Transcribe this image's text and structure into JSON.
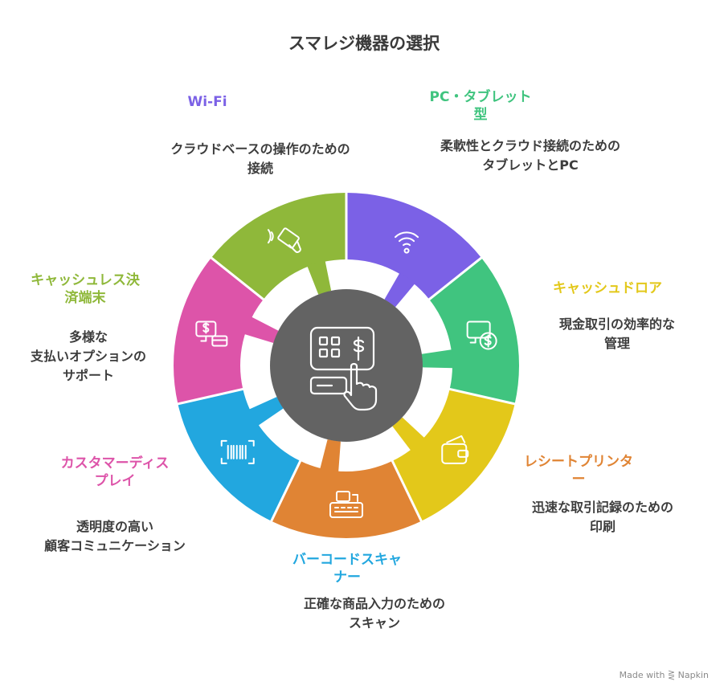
{
  "title": "スマレジ機器の選択",
  "center": {
    "icon": "pos-terminal-touch-icon",
    "color": "#636363"
  },
  "segments": [
    {
      "key": "wifi",
      "label": [
        "Wi-Fi"
      ],
      "desc": [
        "クラウドベースの操作のための",
        "接続"
      ],
      "color": "#7b61e6",
      "icon": "wifi-icon"
    },
    {
      "key": "pc-tablet",
      "label": [
        "PC・タブレット",
        "型"
      ],
      "desc": [
        "柔軟性とクラウド接続のための",
        "タブレットとPC"
      ],
      "color": "#40c47f",
      "icon": "monitor-dollar-icon"
    },
    {
      "key": "cash-drawer",
      "label": [
        "キャッシュドロア"
      ],
      "desc": [
        "現金取引の効率的な",
        "管理"
      ],
      "color": "#e3c81a",
      "icon": "wallet-icon"
    },
    {
      "key": "receipt-printer",
      "label": [
        "レシートプリンタ",
        "ー"
      ],
      "desc": [
        "迅速な取引記録のための",
        "印刷"
      ],
      "color": "#e08434",
      "icon": "cash-register-icon"
    },
    {
      "key": "barcode-scanner",
      "label": [
        "バーコードスキャ",
        "ナー"
      ],
      "desc": [
        "正確な商品入力のための",
        "スキャン"
      ],
      "color": "#22a7df",
      "icon": "barcode-icon"
    },
    {
      "key": "customer-display",
      "label": [
        "カスタマーディス",
        "プレイ"
      ],
      "desc": [
        "透明度の高い",
        "顧客コミュニケーション"
      ],
      "color": "#dd54a9",
      "icon": "display-card-icon"
    },
    {
      "key": "cashless-terminal",
      "label": [
        "キャッシュレス決",
        "済端末"
      ],
      "desc": [
        "多様な",
        "支払いオプションの",
        "サポート"
      ],
      "color": "#8fb83a",
      "icon": "contactless-card-icon"
    }
  ],
  "watermark": "Made with ⋛ Napkin"
}
